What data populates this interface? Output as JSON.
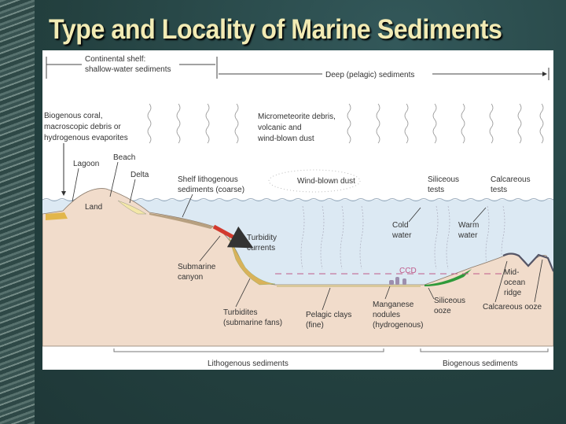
{
  "title": "Type and Locality of Marine Sediments",
  "diagram": {
    "top": {
      "continental_shelf": [
        "Continental shelf:",
        "shallow-water sediments"
      ],
      "deep": "Deep (pelagic) sediments"
    },
    "atmosphere": {
      "biogenous": [
        "Biogenous coral,",
        "macroscopic debris or",
        "hydrogenous evaporites"
      ],
      "micrometeorite": [
        "Micrometeorite debris,",
        "volcanic and",
        "wind-blown dust"
      ],
      "wind_dust": "Wind-blown dust"
    },
    "labels": {
      "lagoon": "Lagoon",
      "beach": "Beach",
      "delta": "Delta",
      "land": "Land",
      "shelf": [
        "Shelf lithogenous",
        "sediments (coarse)"
      ],
      "siliceous_tests": [
        "Siliceous",
        "tests"
      ],
      "calcareous_tests": [
        "Calcareous",
        "tests"
      ],
      "cold_water": [
        "Cold",
        "water"
      ],
      "warm_water": [
        "Warm",
        "water"
      ],
      "turbidity": [
        "Turbidity",
        "currents"
      ],
      "canyon": [
        "Submarine",
        "canyon"
      ],
      "ccd": "CCD",
      "ridge": [
        "Mid-",
        "ocean",
        "ridge"
      ],
      "turbidites": [
        "Turbidites",
        "(submarine fans)"
      ],
      "pelagic": [
        "Pelagic clays",
        "(fine)"
      ],
      "manganese": [
        "Manganese",
        "nodules",
        "(hydrogenous)"
      ],
      "siliceous_ooze": [
        "Siliceous",
        "ooze"
      ],
      "calcareous_ooze": "Calcareous ooze"
    },
    "bottom": {
      "lithogenous": "Lithogenous sediments",
      "biogenous": "Biogenous sediments"
    }
  },
  "colors": {
    "title": "#f2ebb4",
    "land": "#f1dccb",
    "water": "#dce9f3",
    "ooze": "#2f9a3a",
    "turbidity": "#d23a2e",
    "ccd": "#c05a8a"
  }
}
